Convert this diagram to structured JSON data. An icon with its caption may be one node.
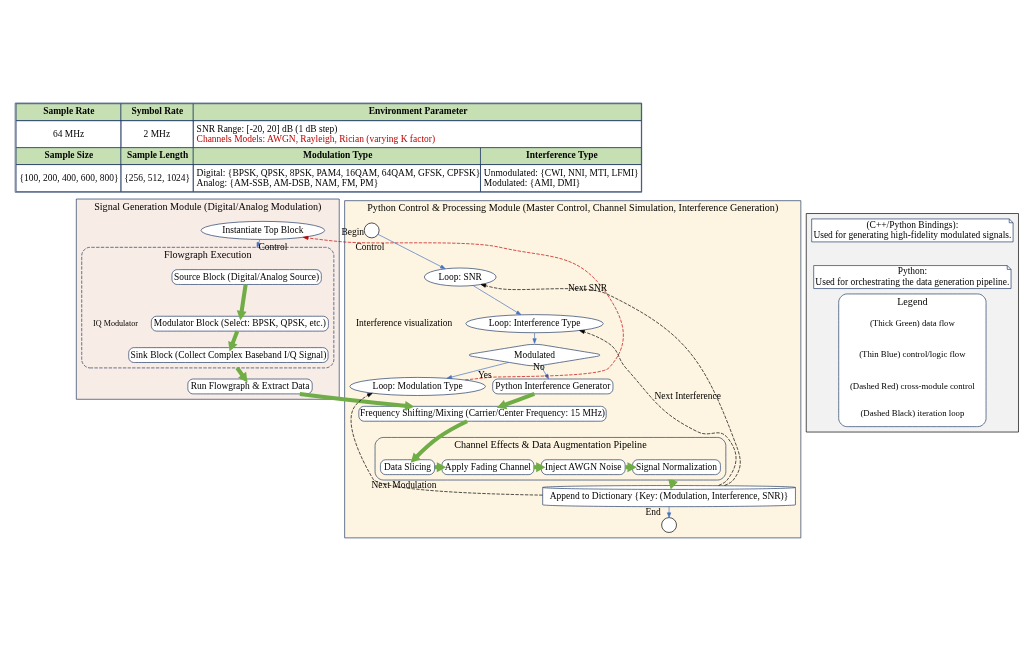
{
  "diagram": {
    "nodes": [
      {
        "text": [
          "Signal Generation Module (Digital/Analog Modulation)"
        ]
      },
      {
        "text": [
          "Instantiate Top Block"
        ],
        "in": 0
      },
      {
        "text": [
          "Flowgraph Execution"
        ],
        "in": 0
      },
      {
        "text": [
          "Source Block (Digital/Analog Source)"
        ],
        "in": 2
      },
      {
        "text": [
          "Modulator Block (Select: BPSK, QPSK, etc.)"
        ],
        "in": 2
      },
      {
        "text": [
          "Sink Block (Collect Complex Baseband I/Q Signal)"
        ],
        "in": 2
      },
      {
        "text": [
          "Run Flowgraph & Extract Data"
        ],
        "in": 0
      },
      {
        "text": [
          "Python Control & Processing Module (Master Control, Channel Simulation, Interference Generation)"
        ]
      },
      {
        "text": [],
        "shape": "circle",
        "beside": [
          "Begin"
        ],
        "in": 7
      },
      {
        "text": [
          "Loop: SNR"
        ],
        "in": 7
      },
      {
        "text": [
          "Loop: Interference Type"
        ],
        "in": 7
      },
      {
        "text": [
          "Modulated"
        ],
        "in": 7
      },
      {
        "text": [
          "Loop: Modulation Type"
        ],
        "in": 7
      },
      {
        "text": [
          "Python Interference Generator"
        ],
        "in": 7
      },
      {
        "text": [
          "Frequency Shifting/Mixing (Carrier/Center Frequency: 15 MHz)"
        ],
        "in": 7
      },
      {
        "text": [
          "Channel Effects & Data Augmentation Pipeline"
        ],
        "in": 7
      },
      {
        "text": [
          "Data Slicing"
        ],
        "in": 15
      },
      {
        "text": [
          "Apply Fading Channel"
        ],
        "in": 15
      },
      {
        "text": [
          "Inject AWGN Noise"
        ],
        "in": 15
      },
      {
        "text": [
          "Signal Normalization"
        ],
        "in": 15
      },
      {
        "text": [
          "Append to Dictionary {Key: (Modulation, Interference, SNR)}"
        ],
        "in": 7
      },
      {
        "text": [],
        "shape": "circle",
        "beside": [
          "End"
        ],
        "in": 7
      },
      {
        "text": [],
        "shape": "box"
      },
      {
        "text": [
          "(C++/Python Bindings):",
          "Used for generating high-fidelity modulated signals."
        ],
        "in": 22
      },
      {
        "text": [
          "Python:",
          "Used for orchestrating the data generation pipeline."
        ],
        "in": 22
      },
      {
        "text": [
          "Legend"
        ],
        "in": 22
      }
    ],
    "edges": [
      {
        "from": 12,
        "to": 1,
        "arrow": "to",
        "label": "Control",
        "style": "dashed",
        "color": "#c00000"
      },
      {
        "from": 1,
        "to": 2,
        "arrow": "to",
        "label": "Control",
        "color": "#4472c4"
      },
      {
        "from": 3,
        "to": 4,
        "arrow": "to",
        "style": "thick",
        "color": "#70ad47"
      },
      {
        "from": 4,
        "to": 5,
        "arrow": "to",
        "style": "thick",
        "color": "#70ad47"
      },
      {
        "from": 2,
        "to": 6,
        "arrow": "to",
        "style": "thick",
        "color": "#70ad47"
      },
      {
        "from": 6,
        "to": 14,
        "arrow": "to",
        "style": "thick",
        "color": "#70ad47"
      },
      {
        "from": 8,
        "to": 9,
        "arrow": "to",
        "color": "#4472c4"
      },
      {
        "from": 9,
        "to": 10,
        "arrow": "to",
        "color": "#4472c4"
      },
      {
        "from": 10,
        "to": 11,
        "arrow": "to",
        "color": "#4472c4"
      },
      {
        "from": 11,
        "to": 12,
        "arrow": "to",
        "label": "Yes",
        "color": "#4472c4"
      },
      {
        "from": 11,
        "to": 13,
        "arrow": "to",
        "label": "No",
        "color": "#4472c4"
      },
      {
        "from": 13,
        "to": 14,
        "arrow": "to",
        "style": "thick",
        "color": "#70ad47"
      },
      {
        "from": 14,
        "to": 16,
        "arrow": "to",
        "style": "thick",
        "color": "#70ad47"
      },
      {
        "from": 16,
        "to": 17,
        "arrow": "to",
        "style": "thick",
        "color": "#70ad47"
      },
      {
        "from": 17,
        "to": 18,
        "arrow": "to",
        "style": "thick",
        "color": "#70ad47"
      },
      {
        "from": 18,
        "to": 19,
        "arrow": "to",
        "style": "thick",
        "color": "#70ad47"
      },
      {
        "from": 15,
        "to": 20,
        "arrow": "to",
        "style": "thick",
        "color": "#70ad47"
      },
      {
        "from": 20,
        "to": 21,
        "arrow": "to",
        "color": "#4472c4"
      },
      {
        "from": 20,
        "to": 9,
        "arrow": "to",
        "label": "Next SNR",
        "style": "dashed",
        "color": "#000000"
      },
      {
        "from": 20,
        "to": 10,
        "arrow": "to",
        "label": "Next Interference",
        "style": "dashed",
        "color": "#000000"
      },
      {
        "from": 20,
        "to": 12,
        "arrow": "to",
        "label": "Next Modulation",
        "style": "dashed",
        "color": "#000000"
      }
    ],
    "labels": [
      "Sample Rate",
      "Symbol Rate",
      "Environment Parameter",
      "64 MHz",
      "2 MHz",
      "SNR Range: [-20, 20] dB (1 dB step)",
      "Channels Models: AWGN, Rayleigh, Rician (varying K factor)",
      "Sample Size",
      "Sample Length",
      "Modulation Type",
      "Interference Type",
      "{100, 200, 400, 600, 800}",
      "{256, 512, 1024}",
      "Digital: {BPSK, QPSK, 8PSK, PAM4, 16QAM, 64QAM, GFSK, CPFSK}",
      "Analog: {AM-SSB, AM-DSB, NAM, FM, PM}",
      "Unmodulated: {CWI, NNI, MTI, LFMI}",
      "Modulated: {AMI, DMI}",
      "IQ Modulator",
      "Interference visualization"
    ],
    "legend": [
      {
        "text": "(Thick Green) data flow"
      },
      {
        "text": "(Thin Blue) control/logic flow"
      },
      {
        "text": "(Dashed Red) cross-module control"
      },
      {
        "text": "(Dashed Black) iteration loop"
      }
    ]
  }
}
